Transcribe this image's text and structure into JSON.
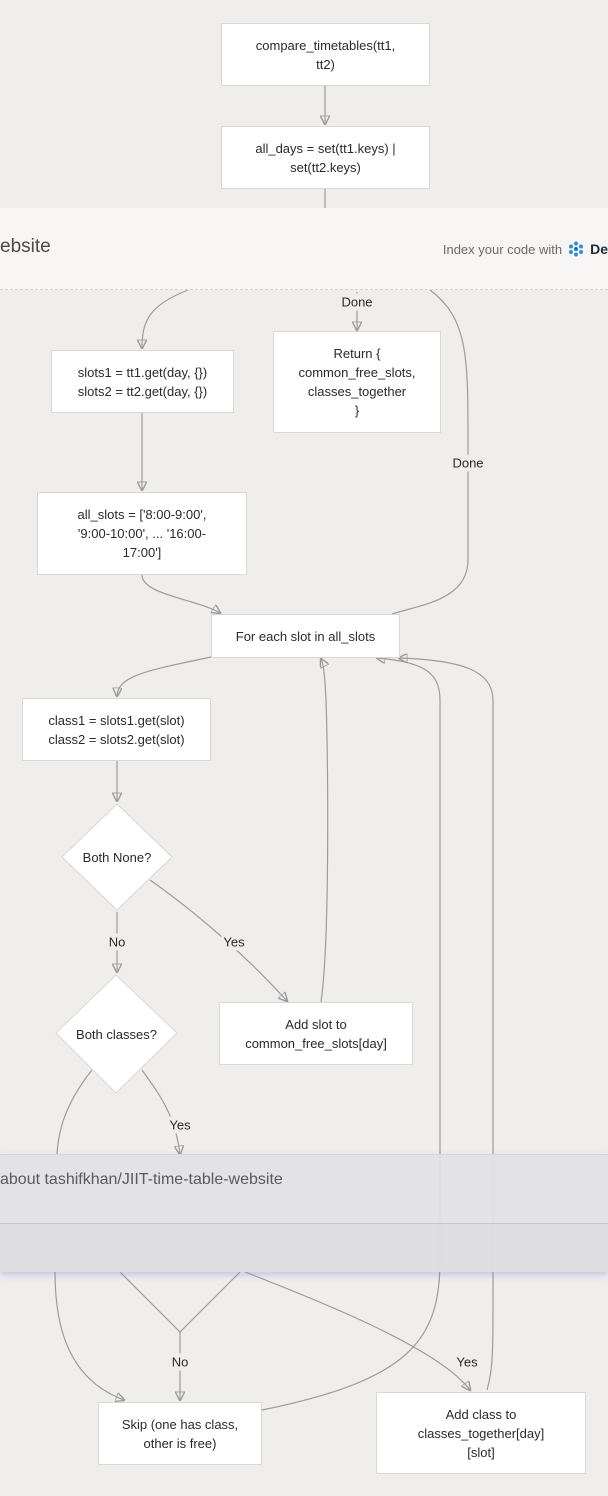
{
  "nodes": {
    "compare": "compare_timetables(tt1,\ntt2)",
    "all_days": "all_days = set(tt1.keys) |\nset(tt2.keys)",
    "slots": "slots1 = tt1.get(day, {})\nslots2 = tt2.get(day, {})",
    "return": "Return {\ncommon_free_slots,\nclasses_together\n}",
    "all_slots": "all_slots = ['8:00-9:00',\n'9:00-10:00', ... '16:00-\n17:00']",
    "for_each_slot": "For each slot in all_slots",
    "class_get": "class1 = slots1.get(slot)\nclass2 = slots2.get(slot)",
    "both_none": "Both None?",
    "both_classes": "Both classes?",
    "add_free": "Add slot to\ncommon_free_slots[day]",
    "skip": "Skip (one has class,\nother is free)",
    "add_class": "Add class to\nclasses_together[day]\n[slot]"
  },
  "edge_labels": {
    "done_return": "Done",
    "done_right": "Done",
    "no_1": "No",
    "yes_1": "Yes",
    "yes_2": "Yes",
    "no_2": "No",
    "yes_3": "Yes"
  },
  "top_bar": {
    "title": "ebsite",
    "index_text": "Index your code with",
    "brand": "De"
  },
  "ask_bar": {
    "question": "about tashifkhan/JIIT-time-table-website"
  },
  "colors": {
    "background": "#efeeec",
    "node_fill": "#ffffff",
    "edge": "#9c9c9c",
    "brand_icon": "#2f8fe0"
  }
}
